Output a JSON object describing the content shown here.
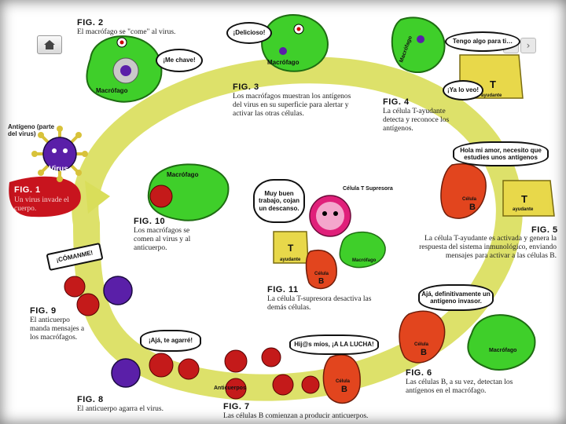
{
  "window": {
    "home_label": "home"
  },
  "fig1": {
    "title": "FIG. 1",
    "caption": "Un virus invade el cuerpo.",
    "antigen_label": "Antígeno (parte del virus)",
    "virus_label": "Virus"
  },
  "fig2": {
    "title": "FIG. 2",
    "caption": "El macrófago se \"come\" al virus.",
    "bubble": "¡Me chave!",
    "macro_label": "Macrófago"
  },
  "fig3": {
    "title": "FIG. 3",
    "caption": "Los macrófagos muestran los antígenos del virus en su superficie para alertar y activar las otras células.",
    "bubble": "¡Delicioso!",
    "macro_label": "Macrófago"
  },
  "fig4": {
    "title": "FIG. 4",
    "caption": "La célula T-ayudante detecta y reconoce los antígenos.",
    "bubble1": "Tengo algo para ti…",
    "bubble2": "¡Ya lo veo!",
    "t_label": "T",
    "t_sub": "ayudante",
    "macro_label": "Macrófago"
  },
  "fig5": {
    "title": "FIG. 5",
    "caption": "La célula T-ayudante es activada y genera la respuesta del sistema inmunológico, enviando mensajes para activar a las células B.",
    "bubble": "Hola mi amor, necesito que estudies unos antígenos",
    "t_label": "T",
    "t_sub": "ayudante",
    "b_label": "B",
    "b_sub": "Célula"
  },
  "fig6": {
    "title": "FIG. 6",
    "caption": "Las células B, a su vez, detectan los antígenos en el macrófago.",
    "bubble": "Ajá, definitivamente un antígeno invasor.",
    "b_label": "B",
    "b_sub": "Célula",
    "macro_label": "Macrófago"
  },
  "fig7": {
    "title": "FIG. 7",
    "caption": "Las células B comienzan a producir anticuerpos.",
    "bubble": "Hij@s míos, ¡A LA LUCHA!",
    "anti_label": "Anticuerpos",
    "b_label": "B",
    "b_sub": "Célula"
  },
  "fig8": {
    "title": "FIG. 8",
    "caption": "El anticuerpo agarra el virus.",
    "bubble": "¡Ajá, te agarré!"
  },
  "fig9": {
    "title": "FIG. 9",
    "caption": "El anticuerpo manda mensajes a los macrófagos.",
    "shout": "¡CÓMANME!"
  },
  "fig10": {
    "title": "FIG. 10",
    "caption": "Los macrófagos se comen al virus y al anticuerpo.",
    "macro_label": "Macrófago"
  },
  "fig11": {
    "title": "FIG. 11",
    "caption": "La célula T-supresora desactiva las demás células.",
    "bubble": "Muy buen trabajo, cojan un descanso.",
    "ts_label": "Célula T Supresora",
    "t_label": "T",
    "t_sub": "ayudante",
    "b_label": "B",
    "b_sub": "Célula",
    "macro_label": "Macrófago"
  },
  "colors": {
    "ring": "#d9de5a",
    "macrophage": "#3fcf2a",
    "virus": "#5a1fa8",
    "tcell": "#e8d84a",
    "bcell": "#e2451e",
    "suppressor": "#e0207a",
    "fig1_blob": "#c8141e"
  }
}
